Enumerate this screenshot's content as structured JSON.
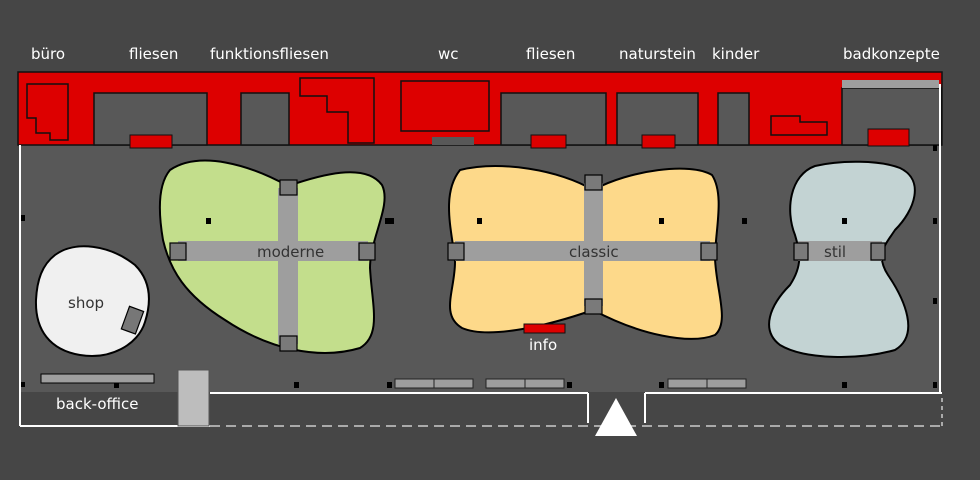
{
  "colors": {
    "background": "#464646",
    "floor": "#585858",
    "wall": "#ffffff",
    "accent_red": "#dd0000",
    "moderne": "#c3de8c",
    "classic": "#fdd98a",
    "stil": "#c3d3d3",
    "shop": "#f0f0f0",
    "walkway": "#9e9e9e"
  },
  "categories": {
    "buero": "büro",
    "fliesen_1": "fliesen",
    "funktionsfliesen": "funktionsfliesen",
    "wc": "wc",
    "fliesen_2": "fliesen",
    "naturstein": "naturstein",
    "kinder": "kinder",
    "badkonzepte": "badkonzepte"
  },
  "zones": {
    "moderne": "moderne",
    "classic": "classic",
    "stil": "stil",
    "shop": "shop",
    "info": "info",
    "back_office": "back-office"
  },
  "icons": {
    "entrance": "entrance-arrow-icon"
  }
}
